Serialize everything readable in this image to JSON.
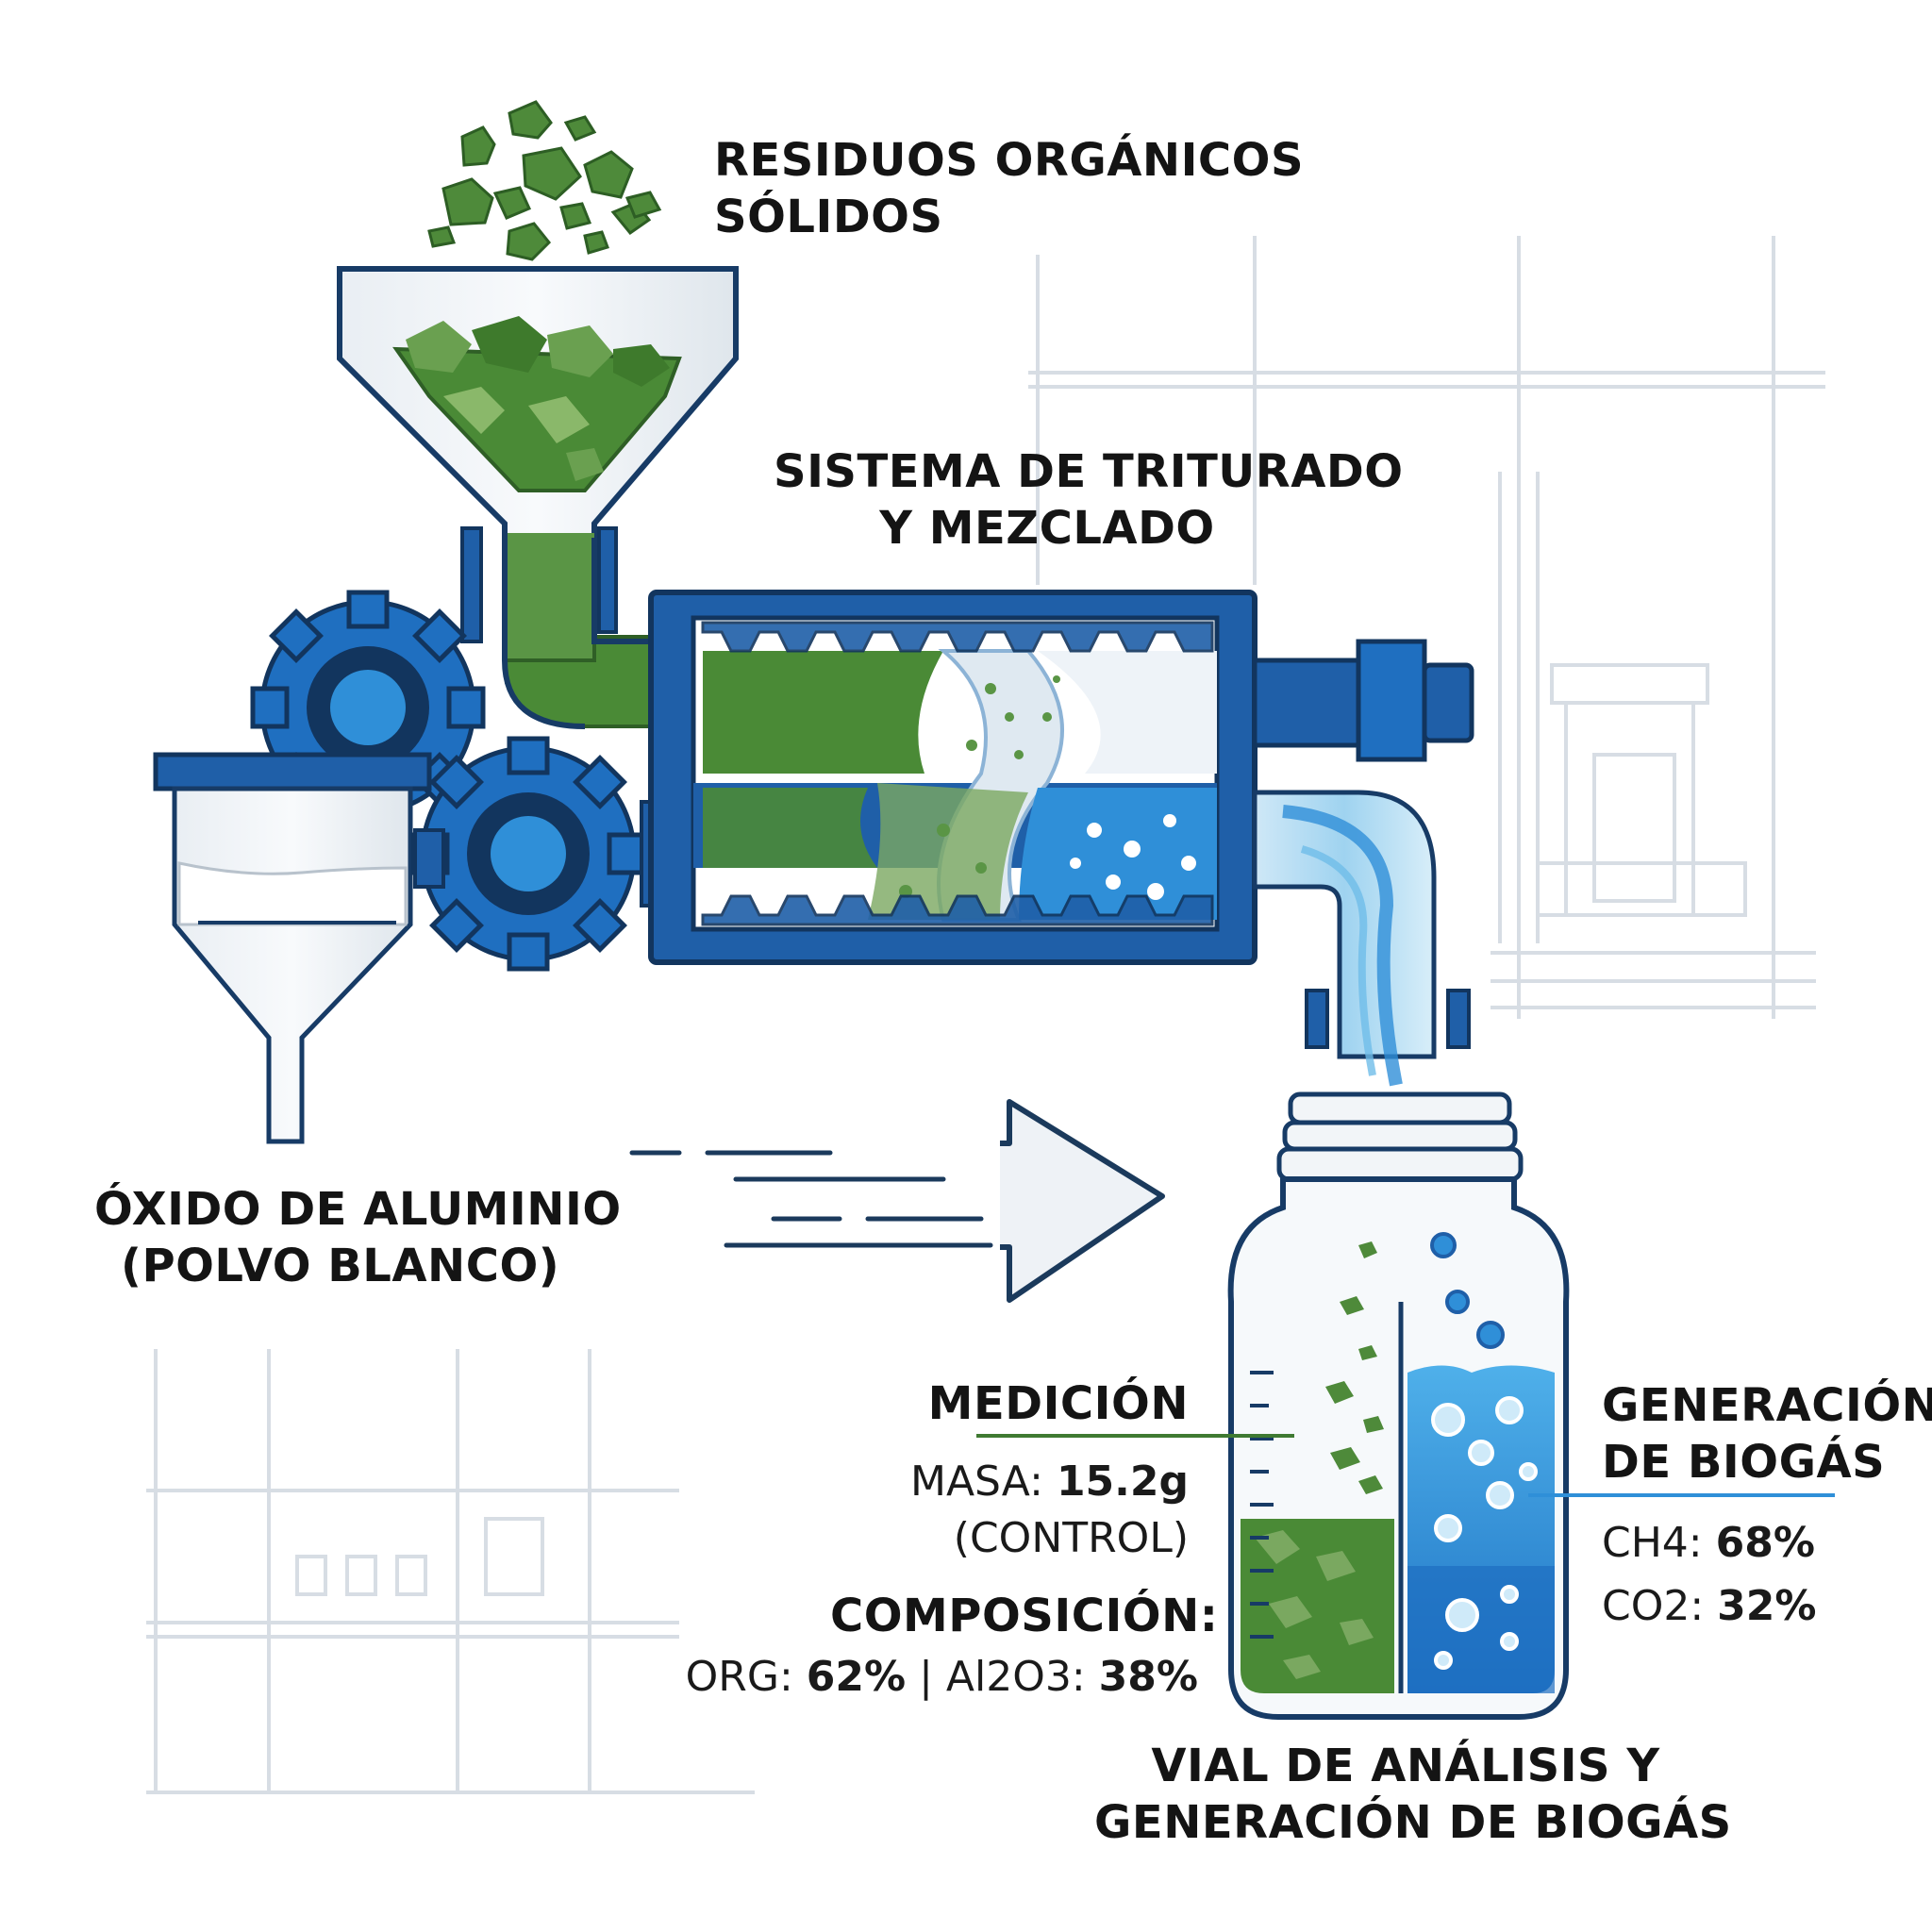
{
  "labels": {
    "organic_waste": [
      "RESIDUOS ORGÁNICOS",
      "SÓLIDOS"
    ],
    "grinding_system": [
      "SISTEMA DE TRITURADO",
      "Y MEZCLADO"
    ],
    "aluminum_oxide": [
      "ÓXIDO DE ALUMINIO",
      "(POLVO BLANCO)"
    ],
    "vial": [
      "VIAL DE ANÁLISIS Y",
      "GENERACIÓN DE BIOGÁS"
    ]
  },
  "measurement": {
    "heading": "MEDICIÓN",
    "mass_label": "MASA: ",
    "mass_value": "15.2g",
    "mass_note": "(CONTROL)",
    "composition_heading": "COMPOSICIÓN:",
    "org_label": "ORG: ",
    "org_value": "62%",
    "separator": " | ",
    "al_label": "Al2O3: ",
    "al_value": "38%"
  },
  "biogas": {
    "heading": [
      "GENERACIÓN",
      "DE BIOGÁS"
    ],
    "ch4_label": "CH4: ",
    "ch4_value": "68%",
    "co2_label": "CO2: ",
    "co2_value": "32%"
  },
  "colors": {
    "navy": "#12355e",
    "blue": "#1f5fa8",
    "light_blue": "#2f8fd8",
    "green": "#3f7a32",
    "light_green": "#7aa860",
    "gray_line": "#d5dbe2"
  }
}
